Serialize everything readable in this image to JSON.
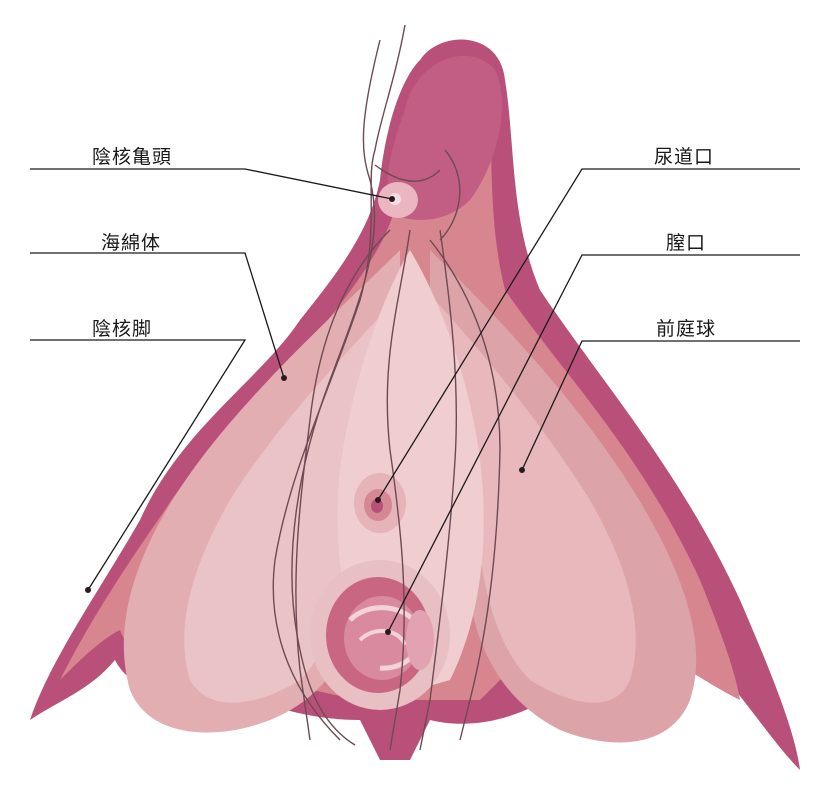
{
  "labels": {
    "glans": "陰核亀頭",
    "corpus_cavernosum": "海綿体",
    "crus": "陰核脚",
    "urethral_opening": "尿道口",
    "vaginal_opening": "膣口",
    "vestibular_bulb": "前庭球"
  },
  "colors": {
    "outer_magenta": "#b9507a",
    "mid_pink": "#d7868f",
    "light_pink": "#e8b3b6",
    "pale_pink": "#f0cdcf",
    "bulb_pink": "#d9a4a8",
    "vein": "#6e4a52",
    "leader": "#1a1a1a"
  }
}
